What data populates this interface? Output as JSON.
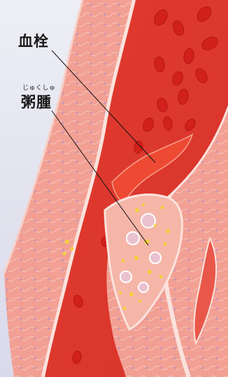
{
  "labels": {
    "thrombus": "血栓",
    "atheroma": "粥腫",
    "atheroma_reading": "じゅくしゅ"
  },
  "colors": {
    "background": "#e9e9f3",
    "vessel_wall": "#f3a59a",
    "lumen_blood": "#e23a2f",
    "blood_cell": "#d9221c",
    "thrombus": "#e8402e",
    "atheroma_plaque": "#f4d264",
    "leader_line": "#111111"
  }
}
